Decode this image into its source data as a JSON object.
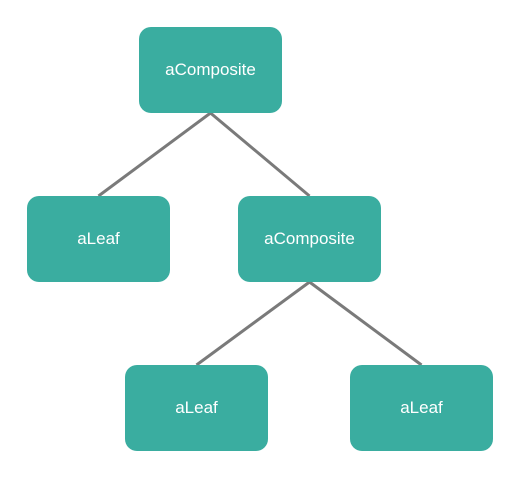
{
  "diagram": {
    "node_color": "#3aada0",
    "edge_color": "#7a7a7a",
    "nodes": [
      {
        "id": "root",
        "label": "aComposite"
      },
      {
        "id": "leaf1",
        "label": "aLeaf"
      },
      {
        "id": "comp2",
        "label": "aComposite"
      },
      {
        "id": "leaf2",
        "label": "aLeaf"
      },
      {
        "id": "leaf3",
        "label": "aLeaf"
      }
    ],
    "edges": [
      {
        "from": "root",
        "to": "leaf1"
      },
      {
        "from": "root",
        "to": "comp2"
      },
      {
        "from": "comp2",
        "to": "leaf2"
      },
      {
        "from": "comp2",
        "to": "leaf3"
      }
    ]
  }
}
